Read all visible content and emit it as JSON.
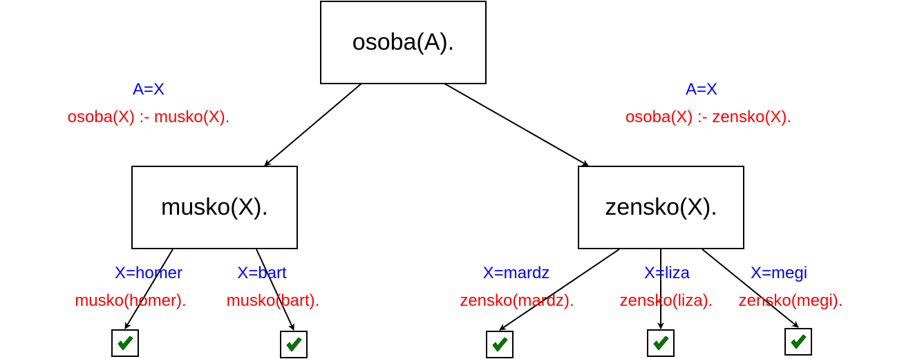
{
  "nodes": {
    "root": "osoba(A).",
    "musko": "musko(X).",
    "zensko": "zensko(X)."
  },
  "edges": {
    "left": {
      "binding": "A=X",
      "clause": "osoba(X) :- musko(X)."
    },
    "right": {
      "binding": "A=X",
      "clause": "osoba(X) :- zensko(X)."
    },
    "homer": {
      "binding": "X=homer",
      "fact": "musko(homer)."
    },
    "bart": {
      "binding": "X=bart",
      "fact": "musko(bart)."
    },
    "mardz": {
      "binding": "X=mardz",
      "fact": "zensko(mardz)."
    },
    "liza": {
      "binding": "X=liza",
      "fact": "zensko(liza)."
    },
    "megi": {
      "binding": "X=megi",
      "fact": "zensko(megi)."
    }
  },
  "colors": {
    "binding": "#0000ff",
    "clause": "#ff0000",
    "check": "#007a00"
  },
  "leaf_icon": "check-icon"
}
